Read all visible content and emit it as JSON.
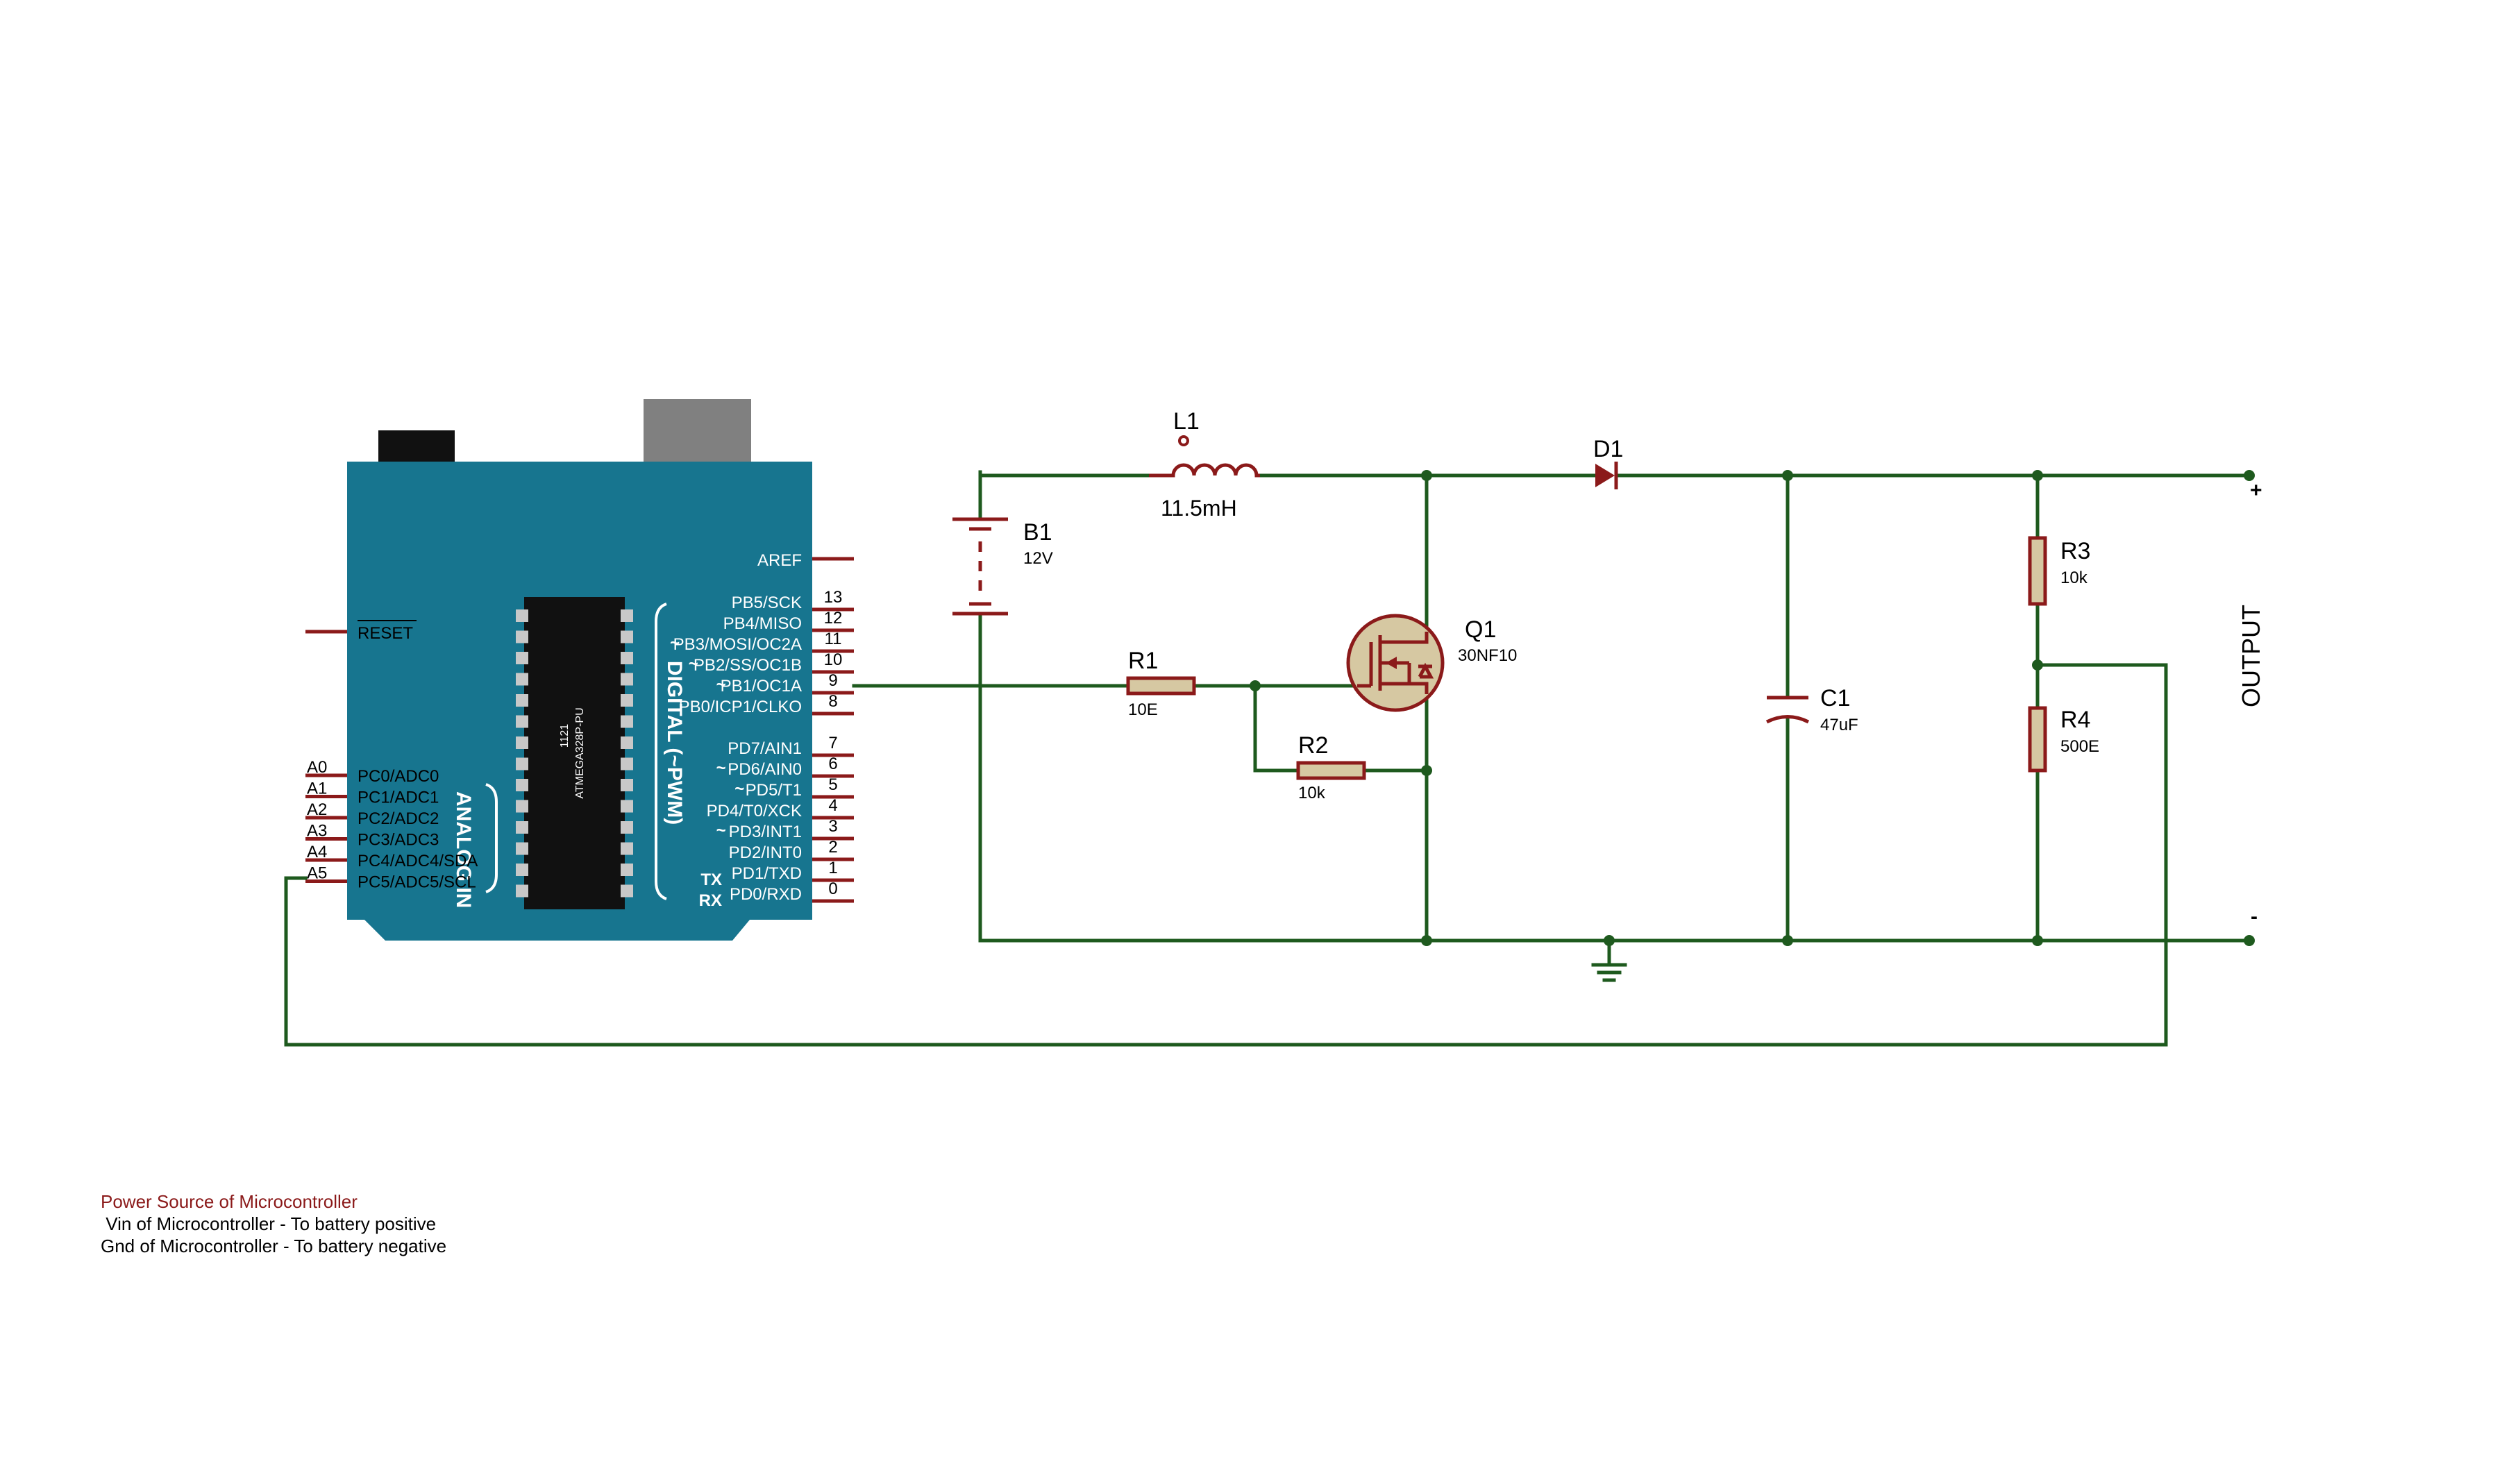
{
  "colors": {
    "wire": "#1e5a1e",
    "component": "#8b1a1a",
    "component_fill": "#d6c8a2",
    "board": "#17758f",
    "board_pin_text": "#ffffff",
    "usb": "#808080",
    "power_jack": "#111111",
    "chip": "#111111",
    "note_title": "#8b1a1a"
  },
  "arduino": {
    "chip_label": "ATMEGA328P-PU",
    "chip_code": "1121",
    "digital_label": "DIGITAL (~PWM)",
    "analog_label": "ANALOG IN",
    "aref": "AREF",
    "reset": "RESET",
    "tx": "TX",
    "rx": "RX",
    "digital_pins": [
      {
        "label": "PB5/SCK",
        "num": "13",
        "pwm": ""
      },
      {
        "label": "PB4/MISO",
        "num": "12",
        "pwm": ""
      },
      {
        "label": "PB3/MOSI/OC2A",
        "num": "11",
        "pwm": "~"
      },
      {
        "label": "PB2/SS/OC1B",
        "num": "10",
        "pwm": "~"
      },
      {
        "label": "PB1/OC1A",
        "num": "9",
        "pwm": "~"
      },
      {
        "label": "PB0/ICP1/CLKO",
        "num": "8",
        "pwm": ""
      },
      {
        "label": "PD7/AIN1",
        "num": "7",
        "pwm": ""
      },
      {
        "label": "PD6/AIN0",
        "num": "6",
        "pwm": "~"
      },
      {
        "label": "PD5/T1",
        "num": "5",
        "pwm": "~"
      },
      {
        "label": "PD4/T0/XCK",
        "num": "4",
        "pwm": ""
      },
      {
        "label": "PD3/INT1",
        "num": "3",
        "pwm": "~"
      },
      {
        "label": "PD2/INT0",
        "num": "2",
        "pwm": ""
      },
      {
        "label": "PD1/TXD",
        "num": "1",
        "pwm": ""
      },
      {
        "label": "PD0/RXD",
        "num": "0",
        "pwm": ""
      }
    ],
    "analog_pins": [
      {
        "label": "PC0/ADC0",
        "name": "A0"
      },
      {
        "label": "PC1/ADC1",
        "name": "A1"
      },
      {
        "label": "PC2/ADC2",
        "name": "A2"
      },
      {
        "label": "PC3/ADC3",
        "name": "A3"
      },
      {
        "label": "PC4/ADC4/SDA",
        "name": "A4"
      },
      {
        "label": "PC5/ADC5/SCL",
        "name": "A5"
      }
    ]
  },
  "components": {
    "L1": {
      "ref": "L1",
      "value": "11.5mH"
    },
    "D1": {
      "ref": "D1"
    },
    "B1": {
      "ref": "B1",
      "value": "12V"
    },
    "Q1": {
      "ref": "Q1",
      "value": "30NF10"
    },
    "R1": {
      "ref": "R1",
      "value": "10E"
    },
    "R2": {
      "ref": "R2",
      "value": "10k"
    },
    "C1": {
      "ref": "C1",
      "value": "47uF"
    },
    "R3": {
      "ref": "R3",
      "value": "10k"
    },
    "R4": {
      "ref": "R4",
      "value": "500E"
    }
  },
  "output": {
    "label": "OUTPUT",
    "plus": "+",
    "minus": "-"
  },
  "notes": {
    "title": "Power Source of Microcontroller",
    "line1": " Vin of Microcontroller - To battery positive",
    "line2": "Gnd of Microcontroller - To battery negative"
  }
}
